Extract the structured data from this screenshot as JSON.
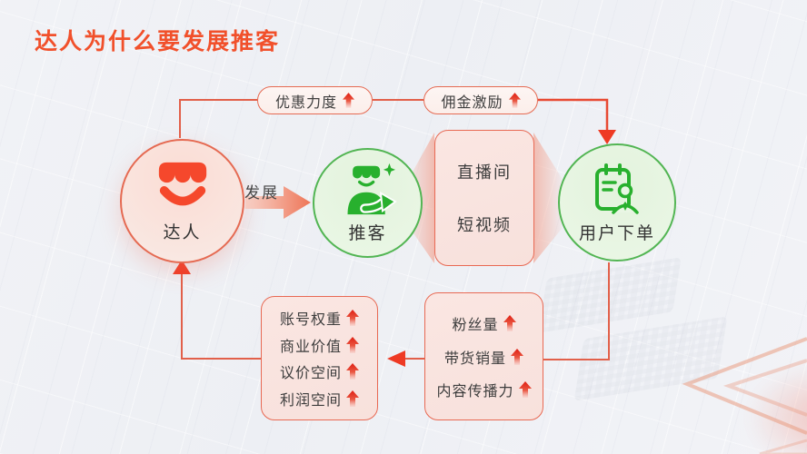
{
  "title": "达人为什么要发展推客",
  "colors": {
    "accent": "#f1502b",
    "connector_line": "#e2604a",
    "arrow_red": "#ee3a24",
    "green": "#2db034",
    "green_border": "#52b553",
    "pink_border": "#e86953"
  },
  "top_metrics": [
    {
      "label": "优惠力度",
      "trend": "up"
    },
    {
      "label": "佣金激励",
      "trend": "up"
    }
  ],
  "flow": {
    "daren": {
      "label": "达人"
    },
    "develop_arrow_label": "发展",
    "tuike": {
      "label": "推客"
    },
    "channels": {
      "items": [
        "直播间",
        "短视频"
      ]
    },
    "order": {
      "label": "用户下单"
    }
  },
  "daren_gains": {
    "items": [
      "账号权重",
      "商业价值",
      "议价空间",
      "利润空间"
    ],
    "trend": "up"
  },
  "tuike_gains": {
    "items": [
      "粉丝量",
      "带货销量",
      "内容传播力"
    ],
    "trend": "up"
  }
}
